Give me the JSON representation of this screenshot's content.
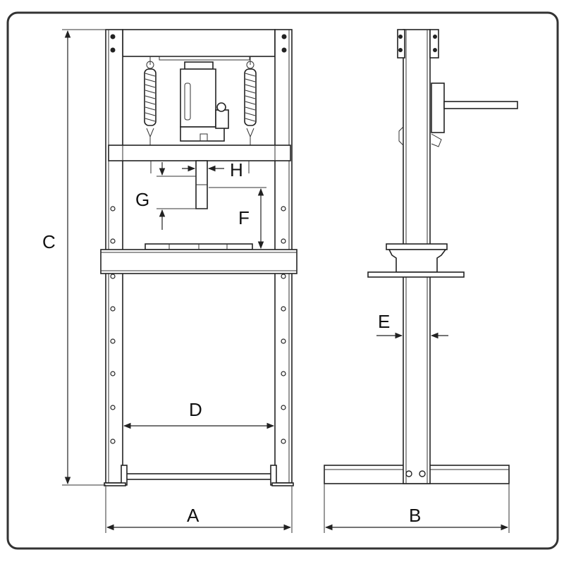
{
  "dimensions": {
    "A": "A",
    "B": "B",
    "C": "C",
    "D": "D",
    "E": "E",
    "F": "F",
    "G": "G",
    "H": "H"
  },
  "colors": {
    "line": "#222222",
    "frame": "#333333",
    "background": "#ffffff"
  }
}
